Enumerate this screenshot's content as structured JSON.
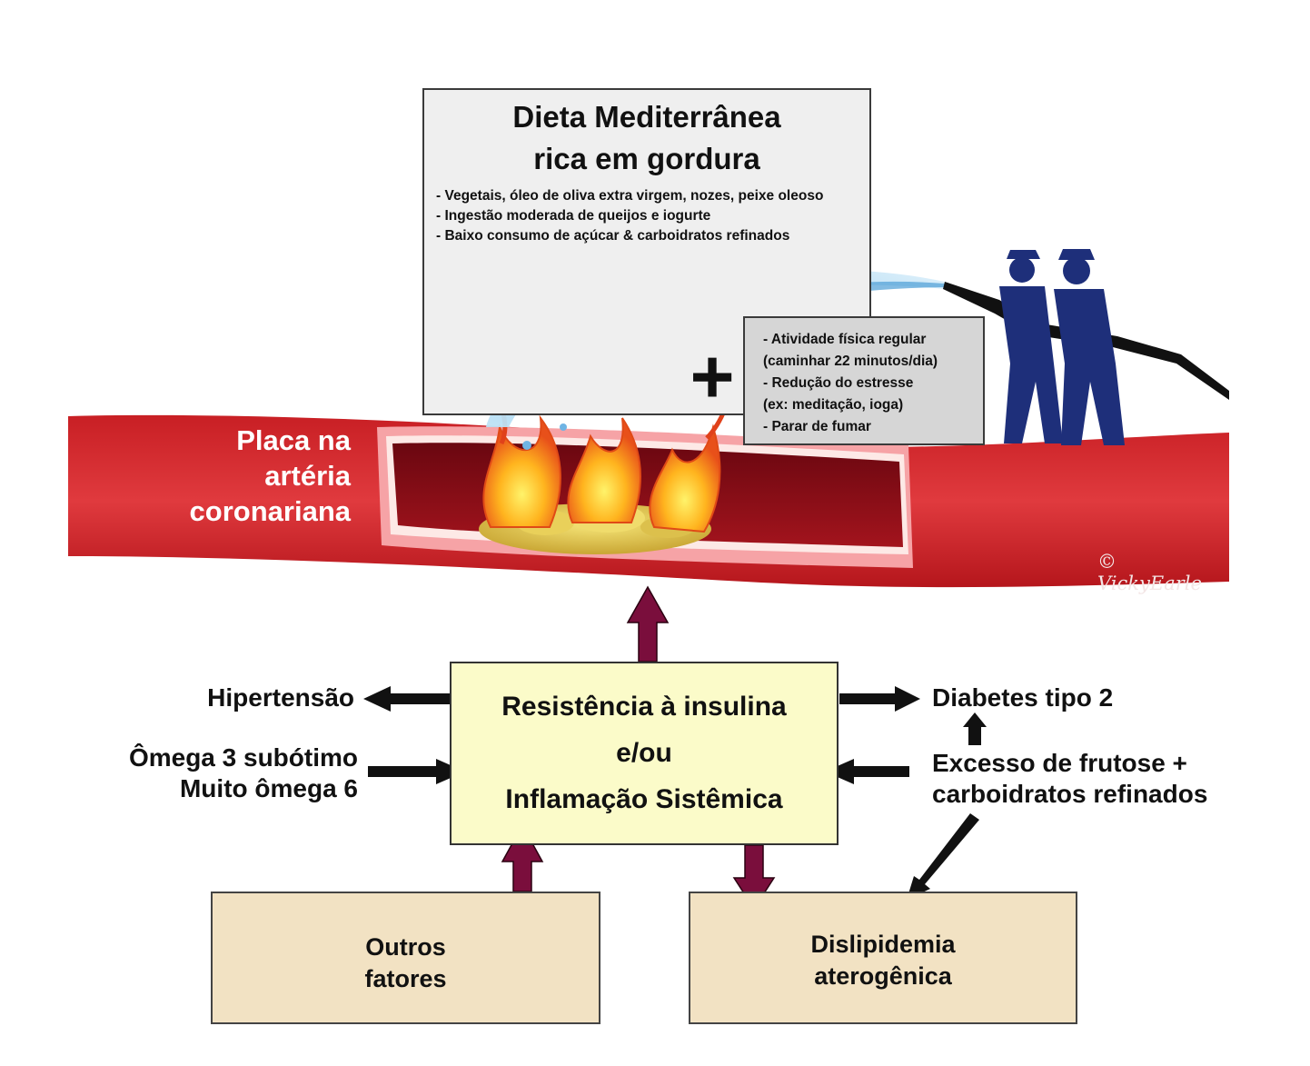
{
  "diet_box": {
    "title_line1": "Dieta Mediterrânea",
    "title_line2": "rica em gordura",
    "items": [
      "- Vegetais, óleo de oliva extra virgem, nozes, peixe oleoso",
      "- Ingestão moderada de queijos e iogurte",
      "- Baixo consumo de açúcar & carboidratos refinados"
    ]
  },
  "activity_box": {
    "plus_sign": "+",
    "items": [
      "- Atividade física regular",
      "(caminhar 22 minutos/dia)",
      "- Redução do estresse",
      "(ex: meditação, ioga)",
      "- Parar de fumar"
    ]
  },
  "artery": {
    "label_line1": "Placa na",
    "label_line2": "artéria",
    "label_line3": "coronariana",
    "signature": "© VickyEarle"
  },
  "center_box": {
    "line1": "Resistência à insulina",
    "line2": "e/ou",
    "line3": "Inflamação Sistêmica"
  },
  "left_labels": {
    "hypertension": "Hipertensão",
    "omega3": "Ômega 3 subótimo",
    "omega6": "Muito ômega 6"
  },
  "right_labels": {
    "diabetes": "Diabetes tipo 2",
    "fructose_line1": "Excesso de frutose +",
    "fructose_line2": "carboidratos refinados"
  },
  "bottom_boxes": {
    "other_line1": "Outros",
    "other_line2": "fatores",
    "dys_line1": "Dislipidemia",
    "dys_line2": "aterogênica"
  },
  "colors": {
    "artery_red": "#d42a2e",
    "artery_inner": "#8e0c14",
    "center_fill": "#fbfbc9",
    "bottom_fill": "#f2e2c3",
    "maroon_arrow": "#7a0e3c",
    "firefighter_blue": "#1e2f7a",
    "water_blue": "#6fb4e4"
  },
  "icons": [
    "fire-icon",
    "firefighter-icon",
    "water-stream-icon",
    "plaque-icon"
  ]
}
